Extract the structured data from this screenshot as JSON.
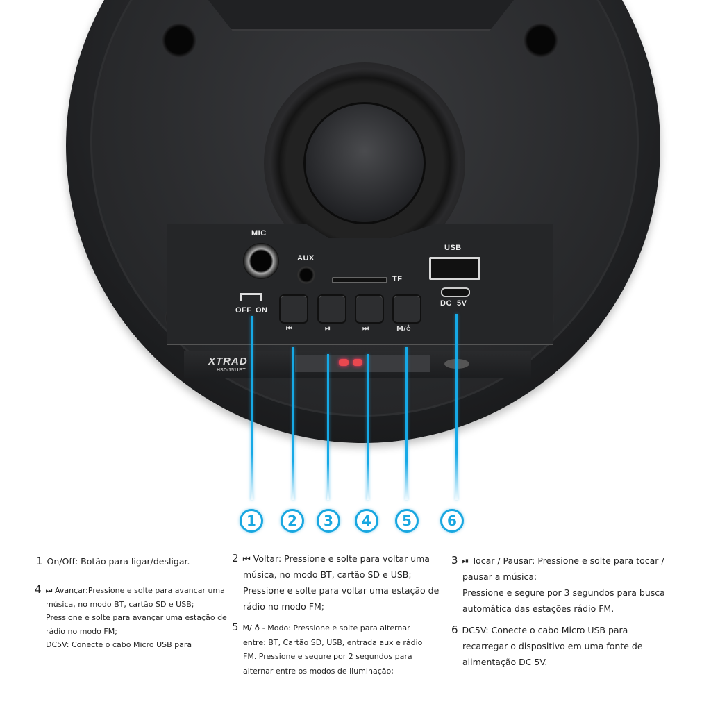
{
  "product": {
    "brand_logo": "XTRAD",
    "model_logo": "HSD-1511BT"
  },
  "panel": {
    "mic": "MIC",
    "aux": "AUX",
    "tf": "TF",
    "usb": "USB",
    "dc": "DC  5V",
    "switch_off": "OFF",
    "switch_on": "ON",
    "buttons": [
      {
        "icon": "prev-icon",
        "label": "⏮"
      },
      {
        "icon": "play-pause-icon",
        "label": "⏯"
      },
      {
        "icon": "next-icon",
        "label": "⏭"
      },
      {
        "icon": "mode-light-icon",
        "label": "M/♁"
      }
    ]
  },
  "callouts": [
    "1",
    "2",
    "3",
    "4",
    "5",
    "6"
  ],
  "accent": "#19a7e0",
  "descriptions": {
    "d1": {
      "num": "1",
      "text": "On/Off: Botão para ligar/desligar."
    },
    "d2": {
      "num": "2",
      "icon": "⏮",
      "lines": [
        "Voltar: Pressione e solte para voltar uma",
        "música, no modo BT, cartão SD e USB;",
        "Pressione e solte para voltar uma estação de",
        "rádio no modo FM;"
      ]
    },
    "d3": {
      "num": "3",
      "icon": "⏯",
      "lines": [
        "Tocar / Pausar: Pressione e solte para tocar /",
        "pausar a música;",
        "Pressione e segure por 3 segundos para busca",
        "automática das estações rádio FM."
      ]
    },
    "d4": {
      "num": "4",
      "icon": "⏭",
      "lines": [
        "Avançar:Pressione e solte para avançar uma",
        "música, no modo BT, cartão SD e USB;",
        "Pressione e solte para avançar uma estação de",
        "rádio no modo FM;",
        "DC5V:  Conecte o cabo Micro USB para"
      ]
    },
    "d5": {
      "num": "5",
      "prefix": "M/ ♁",
      "lines": [
        "- Modo: Pressione e solte para alternar",
        "entre: BT, Cartão SD, USB, entrada aux e rádio",
        "FM. Pressione e segure por 2 segundos para",
        "alternar entre os modos de iluminação;"
      ]
    },
    "d6": {
      "num": "6",
      "lines": [
        "DC5V:  Conecte o cabo Micro USB para",
        "recarregar o dispositivo em uma fonte de",
        "alimentação DC 5V."
      ]
    }
  }
}
